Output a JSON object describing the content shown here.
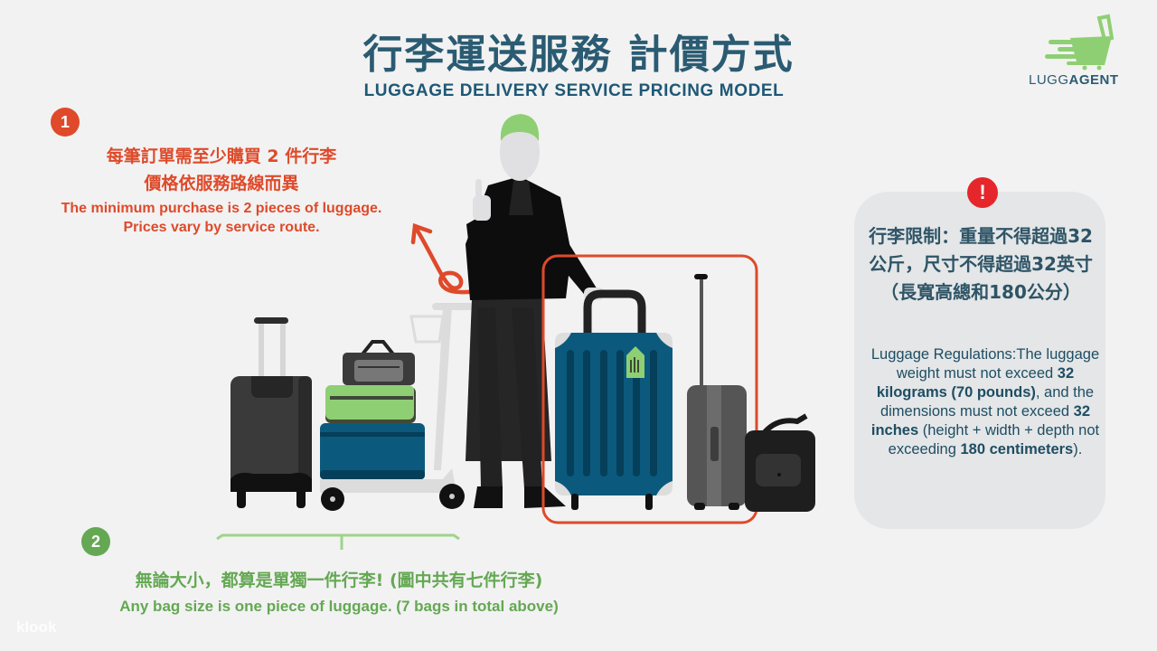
{
  "header": {
    "title_zh": "行李運送服務 計價方式",
    "title_en": "LUGGAGE DELIVERY SERVICE PRICING MODEL"
  },
  "logo": {
    "icon": "luggage-cart-icon",
    "text_light": "LUGG",
    "text_bold": "AGENT",
    "color": "#8fcf73"
  },
  "note1": {
    "badge": "1",
    "line_zh_1": "每筆訂單需至少購買 2 件行李",
    "line_zh_2": "價格依服務路線而異",
    "line_en_1": "The minimum purchase is 2 pieces of luggage.",
    "line_en_2": "Prices vary by service route.",
    "color": "#de4a2a"
  },
  "note2": {
    "badge": "2",
    "line_zh": "無論大小，都算是單獨一件行李! (圖中共有七件行李)",
    "line_en": "Any bag size is one piece of luggage. (7 bags in total above)",
    "color": "#64a853"
  },
  "rules": {
    "icon": "exclamation-icon",
    "icon_text": "!",
    "text_zh": "行李限制：重量不得超過32公斤，尺寸不得超過32英寸（長寬高總和180公分）",
    "en_parts": {
      "p1": "Luggage Regulations:The luggage weight must not exceed ",
      "b1": "32 kilograms (70 pounds)",
      "p2": ", and the dimensions must not exceed ",
      "b2": "32 inches",
      "p3": " (height + width + depth not exceeding ",
      "b3": "180 centimeters",
      "p4": ")."
    },
    "alert_color": "#e5272b",
    "card_color": "#e4e6e7"
  },
  "illustration": {
    "bag_count": 7,
    "highlight_color": "#de4a2a"
  },
  "watermark": "klook"
}
